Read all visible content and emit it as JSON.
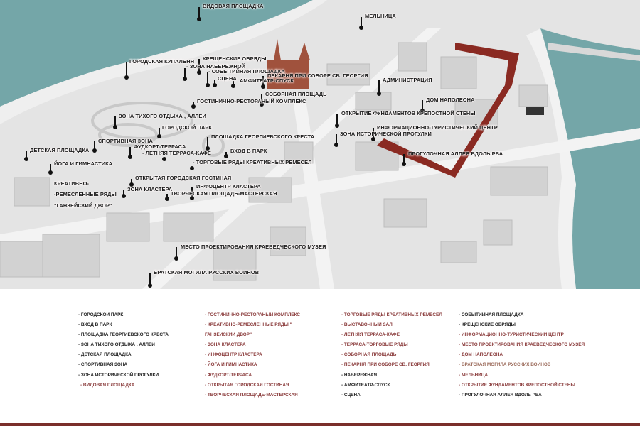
{
  "colors": {
    "water": "#74a6a8",
    "ground": "#e4e4e4",
    "fortress": "#8a2a22",
    "legend_dark": "#222222",
    "legend_red": "#8a3b3b"
  },
  "map_labels": {
    "vidovaya": "ВИДОВАЯ ПЛОЩАДКА",
    "melnitsa": "МЕЛЬНИЦА",
    "kupalnya": "ГОРОДСКАЯ КУПАЛЬНЯ",
    "kreshchenskie": "КРЕЩЕНСКИЕ ОБРЯДЫ",
    "naberezhnaya": "- ЗОНА НАБЕРЕЖНОЙ",
    "sobytiynaya": "- СОБЫТИЙНАЯ ПЛОЩАДКА",
    "stsena": "СЦЕНА",
    "amfiteatr": "АМФИТЕАТР-СПУСК",
    "pekarnya": "ПЕКАРНЯ ПРИ СОБОРЕ СВ. ГЕОРГИЯ",
    "administratsiya": "АДМИНИСТРАЦИЯ",
    "sobornaya": "СОБОРНАЯ ПЛОЩАДЬ",
    "gostinichno": "ГОСТИНИЧНО-РЕСТОРАНЫЙ КОМПЛЕКС",
    "napoleon": "ДОМ НАПОЛЕОНА",
    "fundamenty": "ОТКРЫТИЕ ФУНДАМЕНТОВ КРЕПОСТНОЙ СТЕНЫ",
    "tikhiy": "ЗОНА ТИХОГО ОТДЫХА , АЛЛЕИ",
    "infoturist": "ИНФОРМАЦИОННО-ТУРИСТИЧЕСКИЙ ЦЕНТР",
    "istoricheskaya": "ЗОНА ИСТОРИЧЕСКОЙ ПРОГУЛКИ",
    "park": "ГОРОДСКОЙ ПАРК",
    "georgievsky": "ПЛОЩАДКА ГЕОРГИЕВСКОГО КРЕСТА",
    "sportivnaya": "СПОРТИВНАЯ ЗОНА",
    "fudkort": "ФУДКОРТ-ТЕРРАСА",
    "detskaya": "ДЕТСКАЯ ПЛОЩАДКА",
    "vkhod": "ВХОД В ПАРК",
    "letnyaya": "- ЛЕТНЯЯ ТЕРРАСА-КАФЕ",
    "progulochnaya": "ПРОГУЛОЧНАЯ АЛЛЕЯ ВДОЛЬ РВА",
    "torgovye": "- ТОРГОВЫЕ РЯДЫ КРЕАТИВНЫХ  РЕМЕСЕЛ",
    "yoga": "ЙОГА И ГИМНАСТИКА",
    "kreativno1": "КРЕАТИВНО-",
    "kreativno2": "-РЕМЕСЛЕННЫЕ РЯДЫ",
    "kreativno3": "\"ГАНЗЕЙСКИЙ ДВОР\"",
    "gostinaya": "ОТКРЫТАЯ ГОРОДСКАЯ ГОСТИНАЯ",
    "infotsentr": "ИНФОЦЕНТР КЛАСТЕРА",
    "klaster": "ЗОНА КЛАСТЕРА",
    "tvorcheskaya": "ТВОРЧЕСКАЯ ПЛОЩАДЬ-МАСТЕРСКАЯ",
    "muzey": "МЕСТО ПРОЕКТИРОВАНИЯ КРАЕВЕДЧЕСКОГО МУЗЕЯ",
    "mogila": "БРАТСКАЯ МОГИЛА РУССКИХ ВОИНОВ"
  },
  "legend": {
    "col1": [
      "- ГОРОДСКОЙ ПАРК",
      "- ВХОД В ПАРК",
      "- ПЛОЩАДКА ГЕОРГИЕВСКОГО КРЕСТА",
      "- ЗОНА ТИХОГО ОТДЫХА , АЛЛЕИ",
      "- ДЕТСКАЯ ПЛОЩАДКА",
      "- СПОРТИВНАЯ ЗОНА",
      "- ЗОНА ИСТОРИЧЕСКОЙ ПРОГУЛКИ",
      " - ВИДОВАЯ ПЛОЩАДКА"
    ],
    "col2": [
      "- ГОСТИНИЧНО-РЕСТОРАНЫЙ КОМПЛЕКС",
      "- КРЕАТИВНО-РЕМЕСЛЕННЫЕ РЯДЫ \"",
      "ГАНЗЕЙСКИЙ ДВОР\"",
      "- ЗОНА КЛАСТЕРА",
      "- ИНФОЦЕНТР КЛАСТЕРА",
      "- ЙОГА И ГИМНАСТИКА",
      "- ФУДКОРТ-ТЕРРАСА",
      "- ОТКРЫТАЯ ГОРОДСКАЯ ГОСТИНАЯ",
      "- ТВОРЧЕСКАЯ ПЛОЩАДЬ-МАСТЕРСКАЯ"
    ],
    "col3": [
      "- ТОРГОВЫЕ РЯДЫ КРЕАТИВНЫХ РЕМЕСЕЛ",
      "- ВЫСТАВОЧНЫЙ ЗАЛ",
      "- ЛЕТНЯЯ ТЕРРАСА-КАФЕ",
      "- ТЕРРАСА-ТОРГОВЫЕ РЯДЫ",
      "- СОБОРНАЯ ПЛОЩАДЬ",
      "- ПЕКАРНЯ ПРИ СОБОРЕ СВ. ГЕОРГИЯ",
      "- НАБЕРЕЖНАЯ",
      "- АМФИТЕАТР-СПУСК",
      "- СЦЕНА"
    ],
    "col4": [
      "- СОБЫТИЙНАЯ ПЛОЩАДКА",
      "- КРЕЩЕНСКИЕ ОБРЯДЫ",
      "- ИНФОРМАЦИОННО-ТУРИСТИЧЕСКИЙ ЦЕНТР",
      "- МЕСТО ПРОЕКТИРОВАНИЯ КРАЕВЕДЧЕСКОГО МУЗЕЯ",
      "- ДОМ НАПОЛЕОНА",
      "- БРАТСКАЯ МОГИЛА РУССКИХ ВОИНОВ",
      "- МЕЛЬНИЦА",
      "- ОТКРЫТИЕ ФУНДАМЕНТОВ КРЕПОСТНОЙ СТЕНЫ",
      "- ПРОГУЛОЧНАЯ АЛЛЕЯ ВДОЛЬ РВА"
    ]
  }
}
